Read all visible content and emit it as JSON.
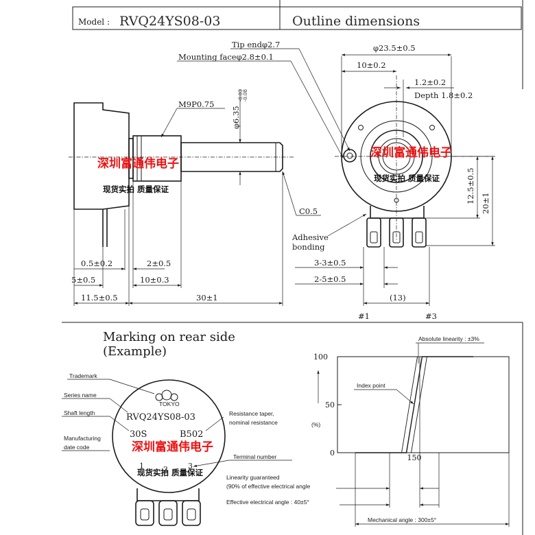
{
  "header": {
    "model_label": "Model :",
    "model_value": "RVQ24YS08-03",
    "title": "Outline dimensions"
  },
  "side_view": {
    "tip_end": "Tip endφ2.7",
    "mounting_face": "Mounting faceφ2.8±0.1",
    "thread": "M9P0.75",
    "shaft_dia": "φ6.35",
    "shaft_tol_upper": "-0.03",
    "shaft_tol_lower": "-0.08",
    "chamfer": "C0.5",
    "dim_0_5": "0.5±0.2",
    "dim_2": "2±0.5",
    "dim_5": "5±0.5",
    "dim_10": "10±0.3",
    "dim_11_5": "11.5±0.5",
    "dim_30": "30±1"
  },
  "front_view": {
    "dia_23_5": "φ23.5±0.5",
    "dim_10": "10±0.2",
    "dim_1_2": "1.2±0.2",
    "depth": "Depth 1.8±0.2",
    "dim_12_5": "12.5±0.5",
    "dim_20": "20±1",
    "adhesive_1": "Adhesive",
    "adhesive_2": "bonding",
    "dim_3_3": "3-3±0.5",
    "dim_2_5": "2-5±0.5",
    "dim_13": "(13)",
    "terminal_1": "#1",
    "terminal_3": "#3"
  },
  "watermark": {
    "company": "深圳富通伟电子",
    "slogan": "现货实拍  质量保证"
  },
  "marking": {
    "title_1": "Marking on rear side",
    "title_2": "(Example)",
    "trademark": "Trademark",
    "series_name": "Series name",
    "shaft_length": "Shaft length",
    "manufacturing_1": "Manufacturing",
    "manufacturing_2": "date code",
    "resistance_taper_1": "Resistance taper,",
    "resistance_taper_2": "nominal resistance",
    "terminal_number": "Terminal number",
    "series_value": "RVQ24YS08-03",
    "shaft_value": "30S",
    "resistance_value": "B502",
    "brand": "TOKYO",
    "terminal_1": "1",
    "terminal_2": "2",
    "terminal_3": "3"
  },
  "chart": {
    "abs_linearity": "Absolute linearity : ±3%",
    "index_point": "Index point",
    "y_unit": "(%)",
    "y_100": "100",
    "y_50": "50",
    "y_0": "0",
    "x_150": "150",
    "linearity_1": "Linearity guaranteed",
    "linearity_2": "(90% of effective electrical angle",
    "effective_angle": "Effective electrical angle : 40±5°",
    "mechanical_angle": "Mechanical angle : 300±5°"
  },
  "chart_data": {
    "type": "line",
    "y_ticks": [
      0,
      50,
      100
    ],
    "x_ticks": [
      150
    ],
    "series": [
      {
        "x": [
          0,
          130,
          170,
          300
        ],
        "y": [
          0,
          0,
          100,
          100
        ]
      }
    ]
  }
}
